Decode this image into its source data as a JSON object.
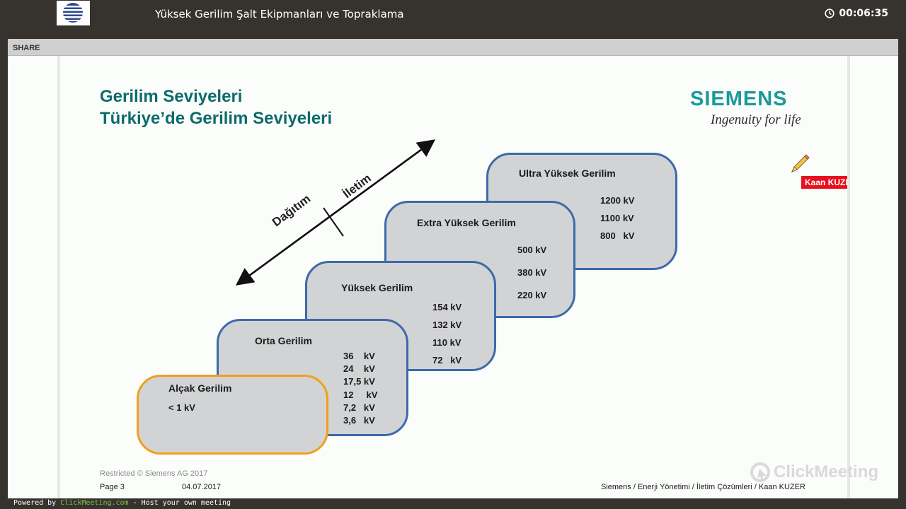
{
  "header": {
    "meeting_title": "Yüksek Gerilim Şalt Ekipmanları ve Topraklama",
    "timer": "00:06:35"
  },
  "share_bar": {
    "label": "SHARE"
  },
  "slide": {
    "title_line1": "Gerilim Seviyeleri",
    "title_line2": "Türkiye’de Gerilim Seviyeleri",
    "brand": {
      "name": "SIEMENS",
      "tagline": "Ingenuity for life"
    },
    "axis": {
      "left_label": "Dağıtım",
      "right_label": "İletim"
    },
    "boxes": [
      {
        "title": "Ultra Yüksek Gerilim",
        "values": [
          "1200 kV",
          "1100 kV",
          "800   kV"
        ]
      },
      {
        "title": "Extra Yüksek Gerilim",
        "values": [
          "500 kV",
          "380 kV",
          "220 kV"
        ]
      },
      {
        "title": "Yüksek Gerilim",
        "values": [
          "154 kV",
          "132 kV",
          "110 kV",
          "72   kV"
        ]
      },
      {
        "title": "Orta Gerilim",
        "values": [
          "36    kV",
          "24    kV",
          "17,5 kV",
          "12     kV",
          "7,2   kV",
          "3,6   kV"
        ]
      },
      {
        "title": "Alçak Gerilim",
        "values": [
          "< 1 kV"
        ]
      }
    ],
    "footer": {
      "restricted": "Restricted © Siemens AG 2017",
      "page": "Page 3",
      "date": "04.07.2017",
      "right": "Siemens / Enerji Yönetimi / İletim Çözümleri / Kaan KUZER"
    }
  },
  "presenter_tag": "Kaan KUZER",
  "watermark": "ClickMeeting",
  "bottom_bar": {
    "prefix": "Powered by ",
    "brand": "ClickMeeting.com",
    "suffix": " - Host your own meeting"
  },
  "colors": {
    "title_teal": "#0d6b6b",
    "siemens_teal": "#1a9a98",
    "box_border_blue": "#3d6aa8",
    "box_border_orange": "#f0a01c",
    "box_fill": "#d2d3d5",
    "tag_red": "#e8101c"
  }
}
